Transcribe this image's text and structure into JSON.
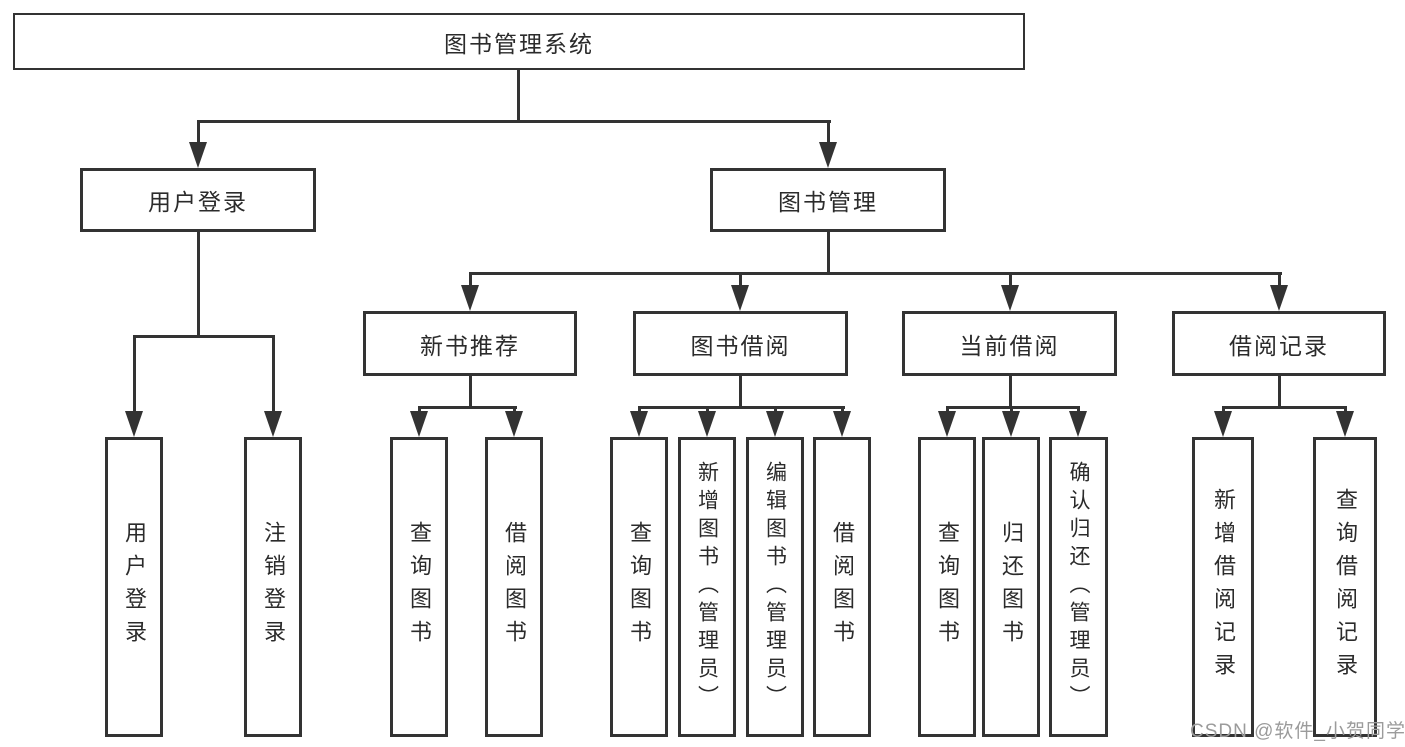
{
  "diagram": {
    "root": {
      "label": "图书管理系统"
    },
    "level2": [
      {
        "label": "用户登录"
      },
      {
        "label": "图书管理"
      }
    ],
    "level3": [
      {
        "label": "新书推荐"
      },
      {
        "label": "图书借阅"
      },
      {
        "label": "当前借阅"
      },
      {
        "label": "借阅记录"
      }
    ],
    "leaves": [
      {
        "label": "用户登录"
      },
      {
        "label": "注销登录"
      },
      {
        "label": "查询图书"
      },
      {
        "label": "借阅图书"
      },
      {
        "label": "查询图书"
      },
      {
        "label": "新增图书（管理员）"
      },
      {
        "label": "编辑图书（管理员）"
      },
      {
        "label": "借阅图书"
      },
      {
        "label": "查询图书"
      },
      {
        "label": "归还图书"
      },
      {
        "label": "确认归还（管理员）"
      },
      {
        "label": "新增借阅记录"
      },
      {
        "label": "查询借阅记录"
      }
    ],
    "watermark": "CSDN @软件_小贺同学",
    "colors": {
      "line": "#333333",
      "box_border": "#333333",
      "box_fill": "#ffffff",
      "text": "#2b2b2b",
      "watermark": "#9b9b9b"
    }
  }
}
